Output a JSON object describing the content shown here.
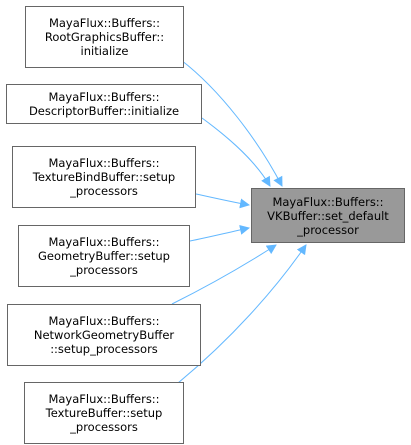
{
  "colors": {
    "edge": "#63b8ff",
    "node_border": "#666666",
    "target_fill": "#999999"
  },
  "target": {
    "lines": [
      "MayaFlux::Buffers::",
      "VKBuffer::set_default",
      "_processor"
    ]
  },
  "callers": [
    {
      "lines": [
        "MayaFlux::Buffers::",
        "RootGraphicsBuffer::",
        "initialize"
      ]
    },
    {
      "lines": [
        "MayaFlux::Buffers::",
        "DescriptorBuffer::initialize"
      ]
    },
    {
      "lines": [
        "MayaFlux::Buffers::",
        "TextureBindBuffer::setup",
        "_processors"
      ]
    },
    {
      "lines": [
        "MayaFlux::Buffers::",
        "GeometryBuffer::setup",
        "_processors"
      ]
    },
    {
      "lines": [
        "MayaFlux::Buffers::",
        "NetworkGeometryBuffer",
        "::setup_processors"
      ]
    },
    {
      "lines": [
        "MayaFlux::Buffers::",
        "TextureBuffer::setup",
        "_processors"
      ]
    }
  ]
}
